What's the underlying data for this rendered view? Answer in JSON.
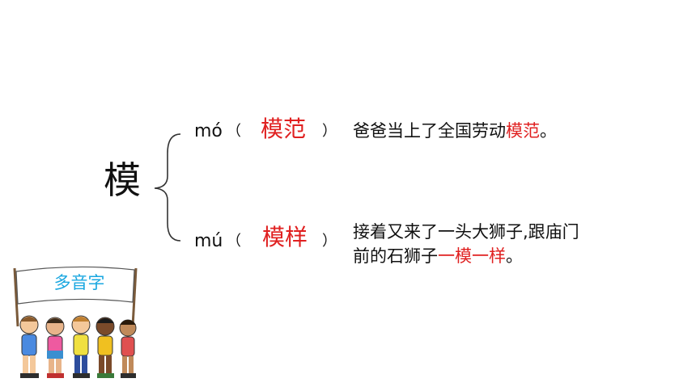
{
  "main_character": "模",
  "readings": [
    {
      "pinyin": "mó",
      "paren_open": "（",
      "paren_close": "）",
      "word": "模范",
      "sentence_parts": [
        "爸爸当上了全国劳动",
        "模范",
        "。"
      ]
    },
    {
      "pinyin": "mú",
      "paren_open": "（",
      "paren_close": "）",
      "word": "模样",
      "sentence_line1": "接着又来了一头大狮子,跟庙门",
      "sentence_line2_parts": [
        "前的石狮子",
        "一模一样",
        "。"
      ]
    }
  ],
  "banner": {
    "label": "多音字"
  },
  "colors": {
    "highlight": "#e02020",
    "banner_text": "#1aa7e0",
    "text": "#111111"
  }
}
